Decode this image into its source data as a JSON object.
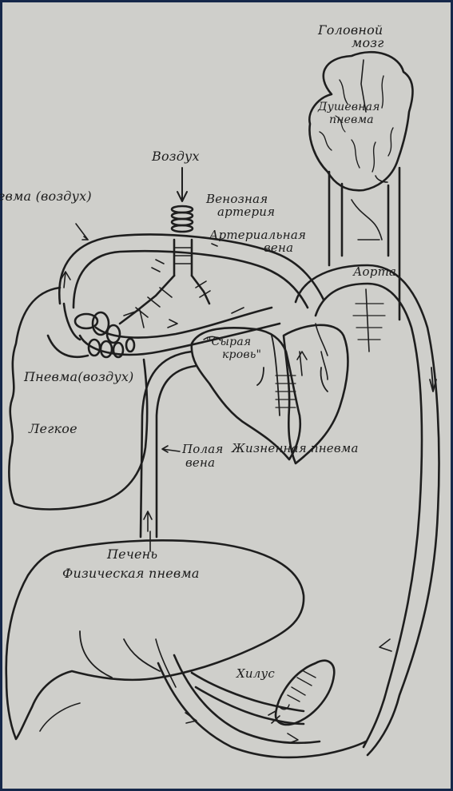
{
  "labels": {
    "brain": "Головной",
    "brain2": "мозг",
    "psychic_pneuma": "Душевная",
    "psychic_pneuma2": "пневма",
    "air": "Воздух",
    "pneuma_air_top": "Пневма (воздух)",
    "venous_artery": "Венозная",
    "venous_artery2": "артерия",
    "arterial_vein": "Артериальная",
    "arterial_vein2": "вена",
    "aorta": "Аорта",
    "raw_blood": "\"Сырая",
    "raw_blood2": "кровь\"",
    "pneuma_air_lung": "Пневма(воздух)",
    "lung": "Легкое",
    "vena_cava": "Полая",
    "vena_cava2": "вена",
    "vital_pneuma": "Жизненная пневма",
    "liver": "Печень",
    "physical_pneuma": "Физическая пневма",
    "chyle": "Хилус"
  }
}
